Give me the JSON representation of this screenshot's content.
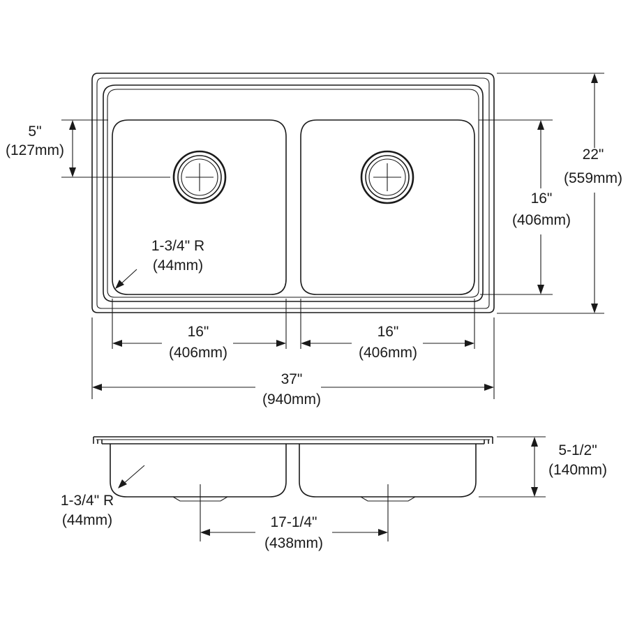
{
  "top_view": {
    "drain_offset": {
      "imperial": "5\"",
      "metric": "(127mm)"
    },
    "overall_depth": {
      "imperial": "22\"",
      "metric": "(559mm)"
    },
    "bowl_depth": {
      "imperial": "16\"",
      "metric": "(406mm)"
    },
    "corner_radius": {
      "imperial": "1-3/4\" R",
      "metric": "(44mm)"
    },
    "left_bowl_width": {
      "imperial": "16\"",
      "metric": "(406mm)"
    },
    "right_bowl_width": {
      "imperial": "16\"",
      "metric": "(406mm)"
    },
    "overall_width": {
      "imperial": "37\"",
      "metric": "(940mm)"
    }
  },
  "side_view": {
    "bowl_height": {
      "imperial": "5-1/2\"",
      "metric": "(140mm)"
    },
    "corner_radius": {
      "imperial": "1-3/4\" R",
      "metric": "(44mm)"
    },
    "drain_spacing": {
      "imperial": "17-1/4\"",
      "metric": "(438mm)"
    }
  }
}
